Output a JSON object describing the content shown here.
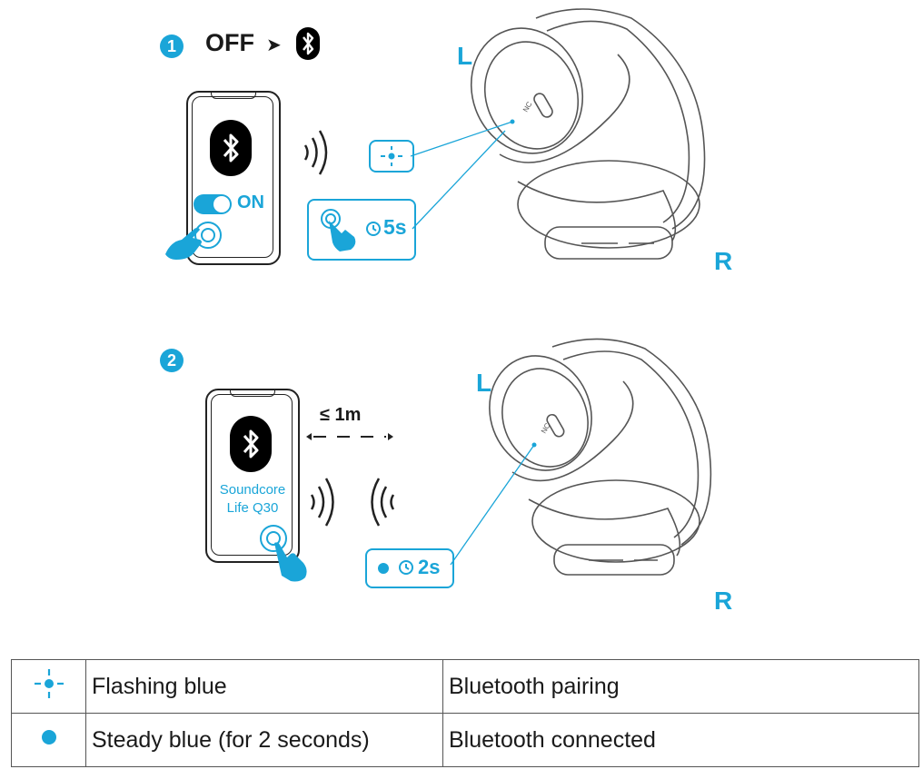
{
  "step1": {
    "number": "1",
    "off_label": "OFF",
    "arrow": "➤",
    "toggle_label": "ON",
    "timer_label": "5s",
    "left_label": "L",
    "right_label": "R"
  },
  "step2": {
    "number": "2",
    "distance_label": "≤ 1m",
    "device_name_line1": "Soundcore",
    "device_name_line2": "Life Q30",
    "timer_label": "2s",
    "left_label": "L",
    "right_label": "R"
  },
  "headphone_marks": {
    "nc_label": "NC",
    "vol_minus": "–",
    "vol_plus": "+"
  },
  "legend": {
    "rows": [
      {
        "icon": "flashing-led-icon",
        "state": "Flashing blue",
        "meaning": "Bluetooth pairing"
      },
      {
        "icon": "steady-led-icon",
        "state": "Steady blue (for 2 seconds)",
        "meaning": "Bluetooth connected"
      }
    ]
  },
  "colors": {
    "accent": "#1aa5d8",
    "line": "#555555"
  }
}
